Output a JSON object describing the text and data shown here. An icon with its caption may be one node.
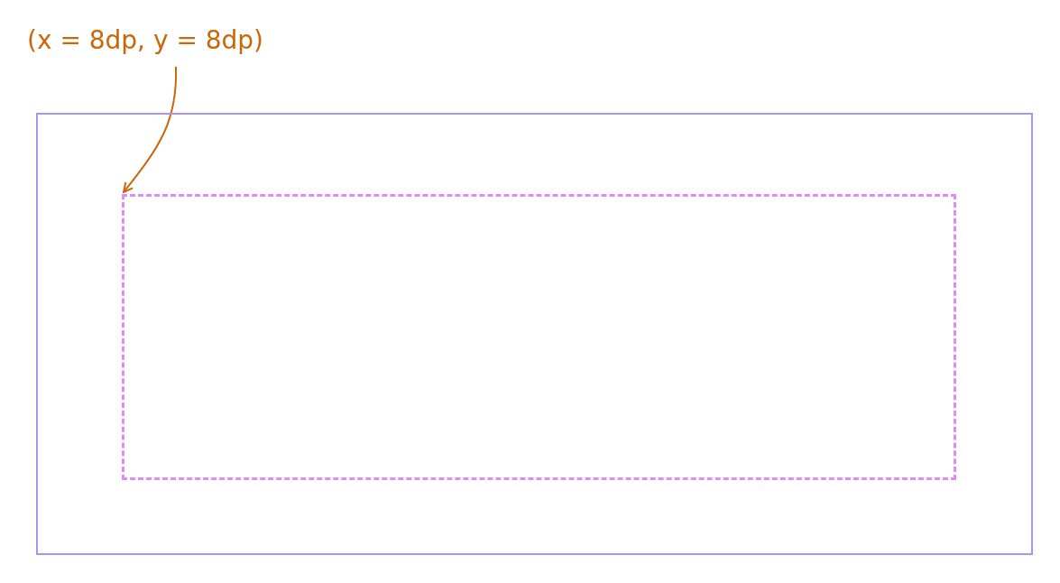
{
  "diagram": {
    "nodes": [
      {
        "text": [],
        "shape": "box"
      },
      {
        "text": [],
        "shape": "box",
        "in": 0
      },
      {
        "text": [
          "(x = 8dp, y = 8dp)"
        ]
      }
    ],
    "edges": [
      {
        "from": 2,
        "to": 1,
        "arrow": "to"
      }
    ]
  }
}
